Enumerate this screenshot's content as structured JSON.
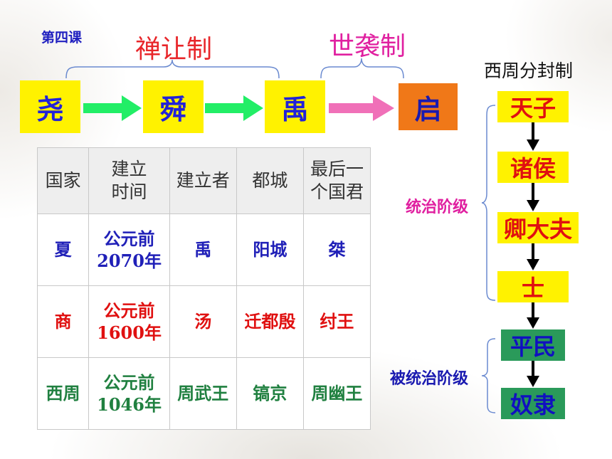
{
  "lesson_title": "第四课",
  "succession": {
    "abdication_label": "禅让制",
    "hereditary_label": "世袭制",
    "rulers": [
      "尧",
      "舜",
      "禹",
      "启"
    ]
  },
  "table": {
    "headers": [
      [
        "国家"
      ],
      [
        "建立",
        "时间"
      ],
      [
        "建立者"
      ],
      [
        "都城"
      ],
      [
        "最后一",
        "个国君"
      ]
    ],
    "rows": [
      {
        "country": "夏",
        "date": [
          "公元前",
          "2070年"
        ],
        "founder": "禹",
        "capital": "阳城",
        "last_ruler": "桀",
        "color": "#2020b8"
      },
      {
        "country": "商",
        "date": [
          "公元前",
          "1600年"
        ],
        "founder": "汤",
        "capital": "迁都殷",
        "last_ruler": "纣王",
        "color": "#e01010"
      },
      {
        "country": "西周",
        "date": [
          "公元前",
          "1046年"
        ],
        "founder": "周武王",
        "capital": "镐京",
        "last_ruler": "周幽王",
        "color": "#208040"
      }
    ]
  },
  "hierarchy": {
    "title": "西周分封制",
    "ruling_label": "统治阶级",
    "ruled_label": "被统治阶级",
    "levels": [
      "天子",
      "诸侯",
      "卿大夫",
      "士",
      "平民",
      "奴隶"
    ]
  },
  "colors": {
    "box_yellow": "#fff200",
    "box_orange": "#f07818",
    "arrow_green": "#22ee66",
    "arrow_pink": "#f070b8",
    "brace_blue": "#6a8ad0",
    "ruled_green": "#2a9a5a"
  }
}
